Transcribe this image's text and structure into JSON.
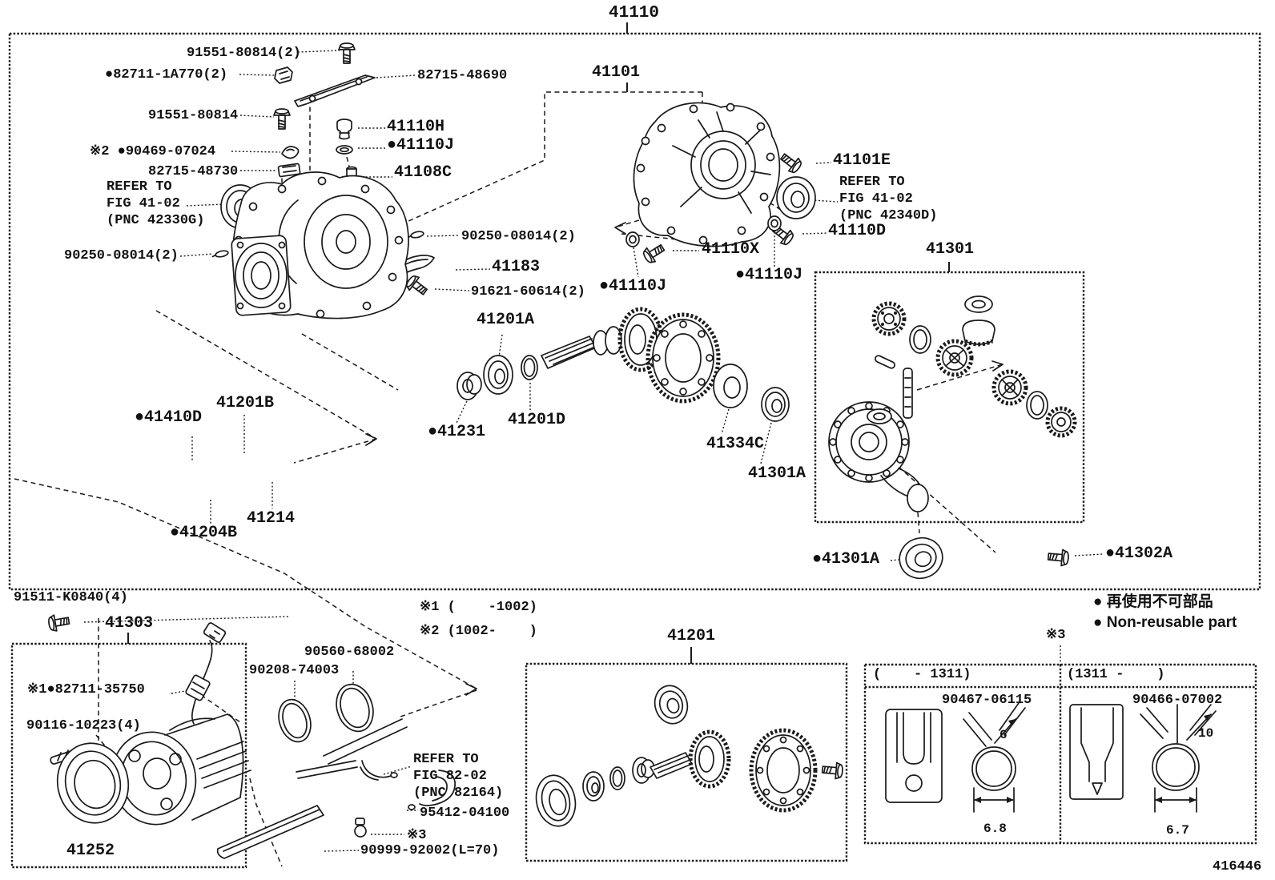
{
  "figure": {
    "main": "41110",
    "code": "416446"
  },
  "legend": {
    "jp": "● 再使用不可部品",
    "en": "● Non-reusable part"
  },
  "notes": {
    "n1": "※1 (    -1002)",
    "n2": "※2 (1002-    )",
    "n3": "※3"
  },
  "labels": {
    "l91551a": "91551-80814(2)",
    "l82711a": "●82711-1A770(2)",
    "l82715a": "82715-48690",
    "l91551b": "91551-80814",
    "l90469": "※2 ●90469-07024",
    "l82715b": "82715-48730",
    "lreferA": "REFER TO\nFIG 41-02\n(PNC 42330G)",
    "l90250a": "90250-08014(2)",
    "l41110h": "41110H",
    "l41110j1": "●41110J",
    "l41108c": "41108C",
    "l90250b": "90250-08014(2)",
    "l41101": "41101",
    "l41101e": "41101E",
    "lreferB": "REFER TO\nFIG 41-02\n(PNC 42340D)",
    "l41110d": "41110D",
    "l41110x": "41110X",
    "l41110j2": "●41110J",
    "l41110j3": "●41110J",
    "l41301": "41301",
    "l41183": "41183",
    "l91621": "91621-60614(2)",
    "l41201a": "41201A",
    "l41201d": "41201D",
    "l41231": "●41231",
    "l41410d": "●41410D",
    "l41201b": "41201B",
    "l41214": "41214",
    "l41204b": "●41204B",
    "l41334c": "41334C",
    "l41301a1": "41301A",
    "l41301a2": "●41301A",
    "l41302a": "●41302A",
    "l41201": "41201",
    "l91511": "91511-K0840(4)",
    "l41303": "41303",
    "l82711b": "※1●82711-35750",
    "l90116": "90116-10223(4)",
    "l41252": "41252",
    "l90560": "90560-68002",
    "l90208": "90208-74003",
    "lreferC": "REFER TO\nFIG 82-02\n(PNC 82164)",
    "l95412": "95412-04100",
    "l90999": "90999-92002(L=70)"
  },
  "table": {
    "left": {
      "period": "(    - 1311)",
      "part": "90467-06115",
      "dia": "6",
      "width": "6.8"
    },
    "right": {
      "period": "(1311 -    )",
      "part": "90466-07002",
      "dia": "10",
      "width": "6.7"
    }
  }
}
